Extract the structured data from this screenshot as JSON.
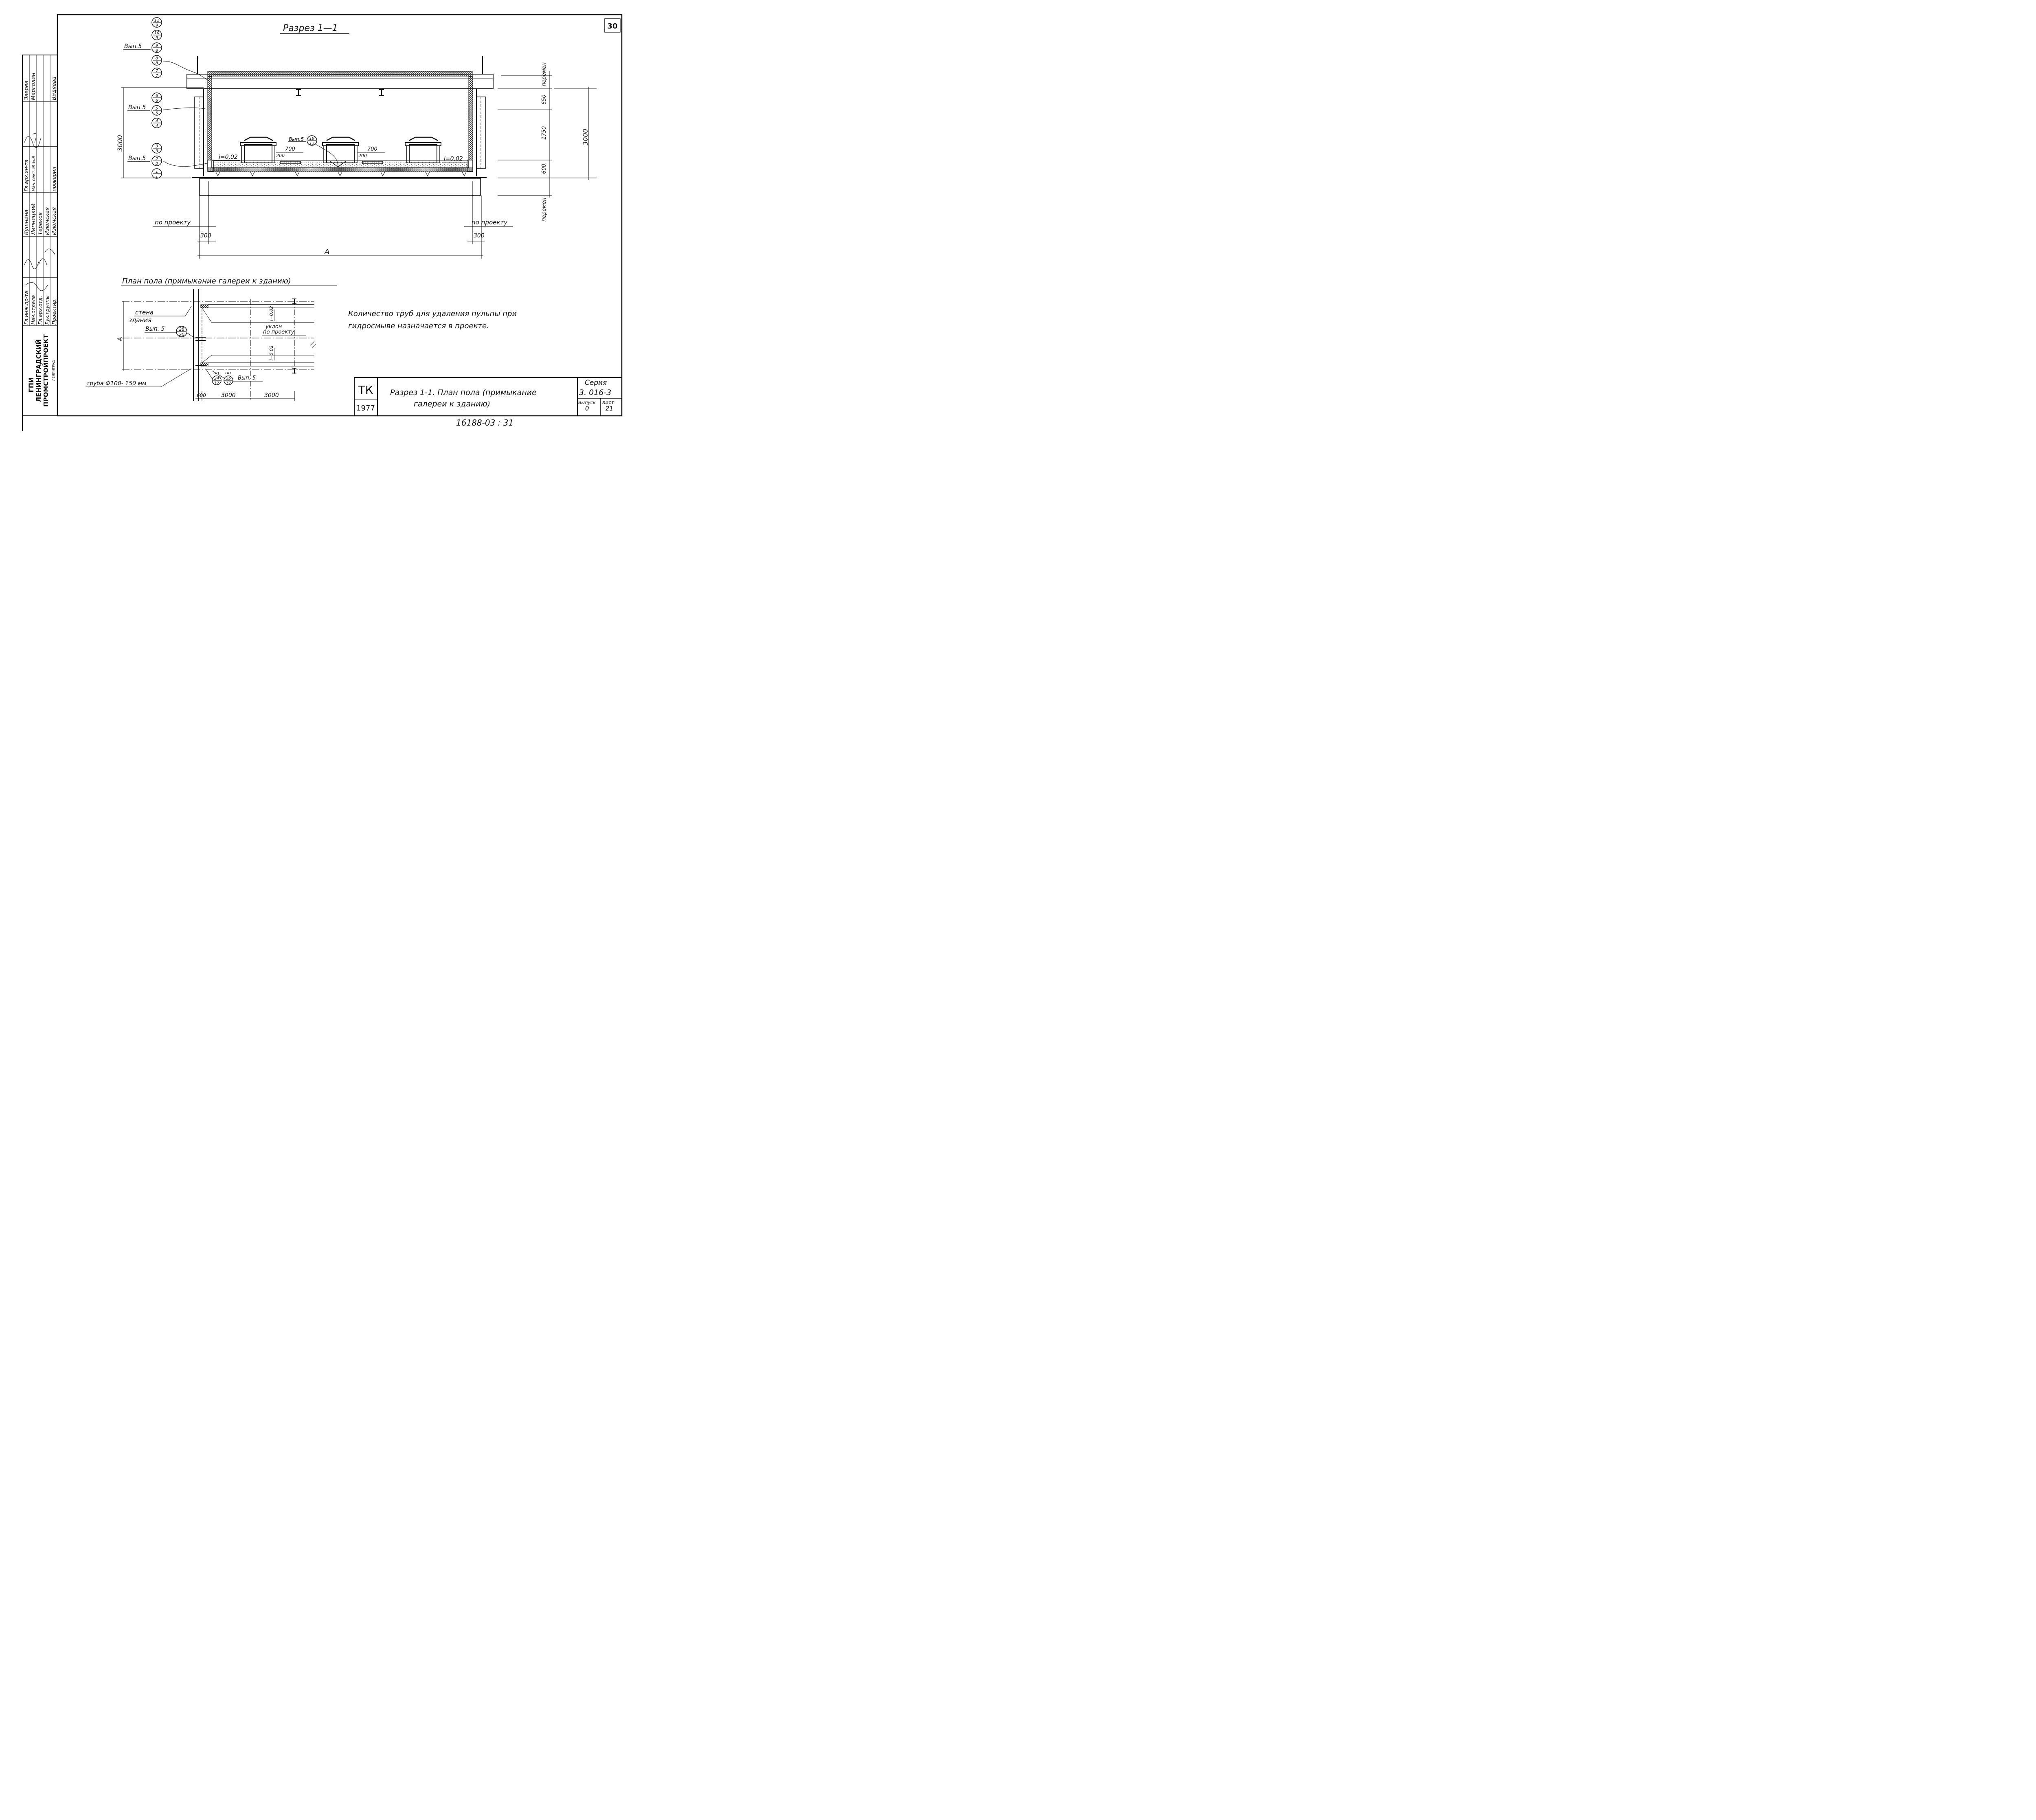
{
  "sheet_number": "30",
  "section_title": "Разрез 1—1",
  "plan_title": "План пола (примыкание галереи к зданию)",
  "note_line1": "Количество   труб для удаления  пульпы при",
  "note_line2": "гидросмыве   назначается  в проекте.",
  "section": {
    "callouts": [
      {
        "label": "Вып.5",
        "circles": [
          [
            "11",
            "9"
          ],
          [
            "10",
            "9"
          ],
          [
            "9",
            "8"
          ],
          [
            "8",
            "8"
          ],
          [
            "7",
            "7"
          ]
        ]
      },
      {
        "label": "Вып.5",
        "circles": [
          [
            "6",
            "6"
          ],
          [
            "5",
            "5"
          ],
          [
            "4",
            "4"
          ]
        ]
      },
      {
        "label": "Вып.5",
        "circles": [
          [
            "3",
            "3"
          ],
          [
            "2",
            "2"
          ],
          [
            "1",
            "1"
          ]
        ]
      }
    ],
    "mid_callout": {
      "label": "Вып.5",
      "top": "19",
      "bottom": "13"
    },
    "slope_left": "i=0,02",
    "slope_right": "i=0,02",
    "dim_700_a": "700",
    "dim_200_a": "200",
    "dim_700_b": "700",
    "dim_200_b": "200",
    "left_height": "3000",
    "right_dims": [
      "перемен",
      "650",
      "1750",
      "600",
      "перемен"
    ],
    "right_total": "3000",
    "by_project_left": "по проекту",
    "by_project_right": "по проекту",
    "dim_300_left": "300",
    "dim_300_right": "300",
    "width_label": "А"
  },
  "plan": {
    "wall_label_1": "стена",
    "wall_label_2": "здания",
    "callout_label": "Вып. 5",
    "callout_top": "28",
    "callout_bottom": "20",
    "slope_1": "i=0,02",
    "slope_2": "i=0,02",
    "slope_note_1": "уклон",
    "slope_note_2": "по проекту",
    "height_label": "А",
    "pipe_label": "труба Ф100- 150  мм",
    "po_1": "по",
    "po_2": "по",
    "c1_top": "24",
    "c1_bottom": "17",
    "c2_top": "25",
    "c2_bottom": "17",
    "bottom_callout": "Вып. 5",
    "dim_600": "600",
    "dim_3000_a": "3000",
    "dim_3000_b": "3000"
  },
  "stamp": {
    "rows": [
      {
        "role": "Гл.инж.пр-та",
        "name": "Кушнина"
      },
      {
        "role": "Нач.отдела",
        "name": "Липницкий"
      },
      {
        "role": "Гл.арх.отд.",
        "name": "Тереков"
      },
      {
        "role": "Рук.группы",
        "name": "Изюмская"
      },
      {
        "role": "Проектир.",
        "name": "Изюмская"
      }
    ],
    "upper_roles": [
      "Гл.арх.ин-та",
      "Нач.сект.Ж.Б.К",
      "проверил"
    ],
    "upper_names": [
      "Зверев",
      "Марголин",
      "Видяева"
    ],
    "org_line1": "ГПИ",
    "org_line2": "ЛЕНИНГРАДСКИЙ",
    "org_line3": "ПРОМСТРОЙПРОЕКТ",
    "org_city": "ЛЕНИНГРАД"
  },
  "title_block": {
    "code": "ТК",
    "year": "1977",
    "title_line1": "Разрез 1-1. План  пола (примыкание",
    "title_line2": "галереи  к  зданию)",
    "series_label": "Серия",
    "series_value": "3. 016-3",
    "issue_label": "Выпуск",
    "issue_value": "0",
    "sheet_label": "лист",
    "sheet_value": "21"
  },
  "archive_number": "16188-03 :  31"
}
